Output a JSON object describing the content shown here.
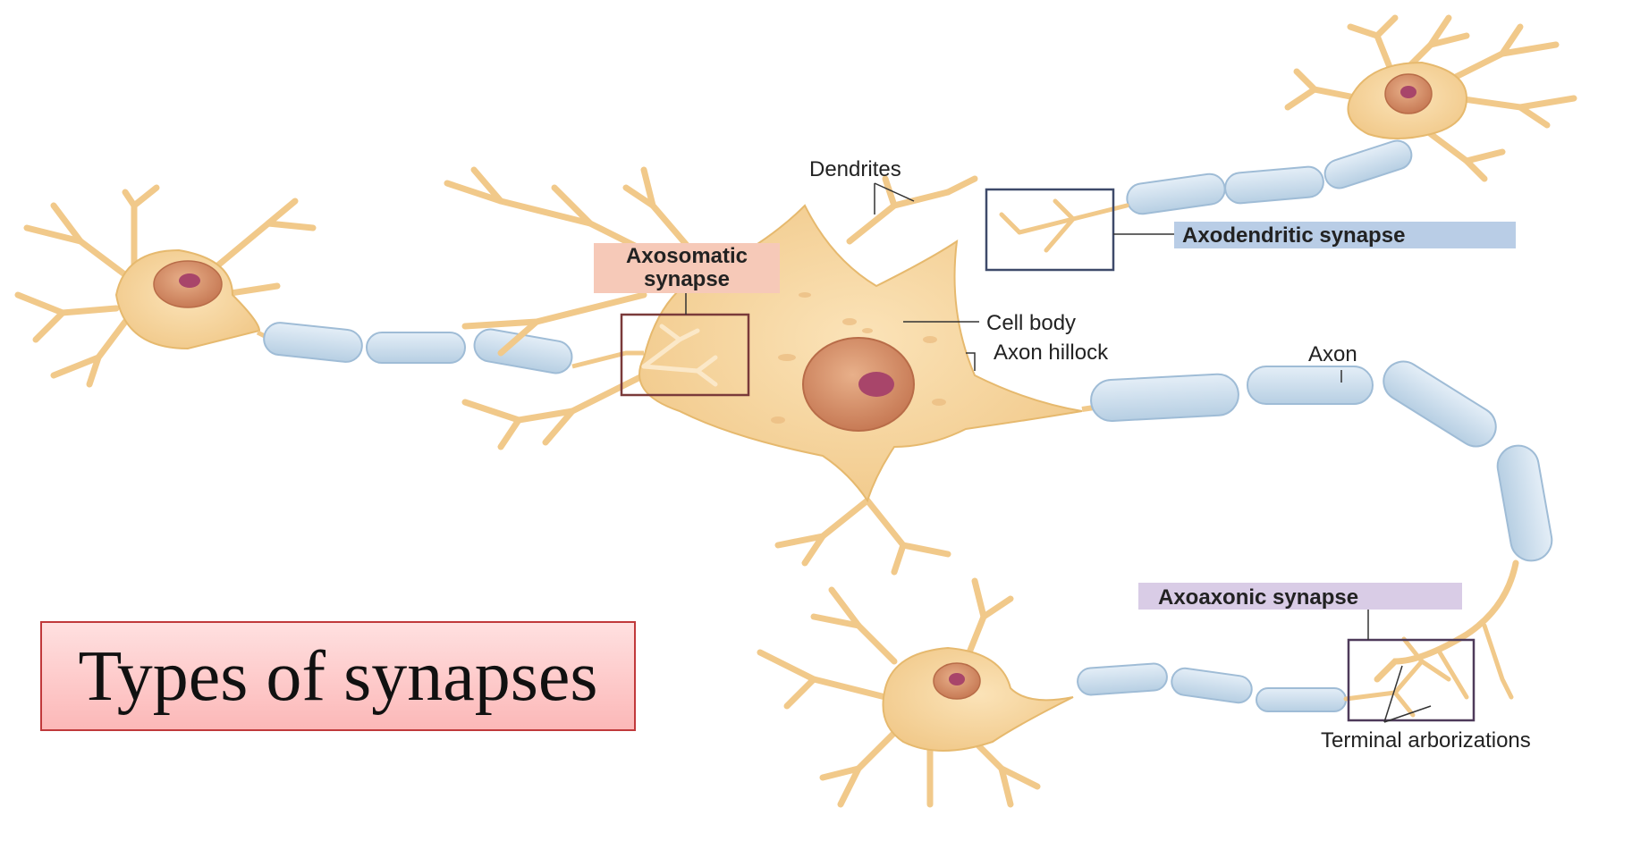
{
  "title": "Types of synapses",
  "labels": {
    "dendrites": "Dendrites",
    "axosomatic_line1": "Axosomatic",
    "axosomatic_line2": "synapse",
    "axodendritic": "Axodendritic synapse",
    "cell_body": "Cell body",
    "axon_hillock": "Axon hillock",
    "axon": "Axon",
    "axoaxonic": "Axoaxonic synapse",
    "terminal_arborizations": "Terminal arborizations"
  },
  "colors": {
    "cell": "#f5d49a",
    "cell_edge": "#e6b96e",
    "nucleus": "#d9946a",
    "nucleolus": "#a8456a",
    "myelin": "#c8dcec",
    "myelin_edge": "#9fbcd6",
    "axosomatic_tag": "#f6c9b8",
    "axodendritic_tag": "#b9cde6",
    "axoaxonic_tag": "#d9cce6"
  }
}
